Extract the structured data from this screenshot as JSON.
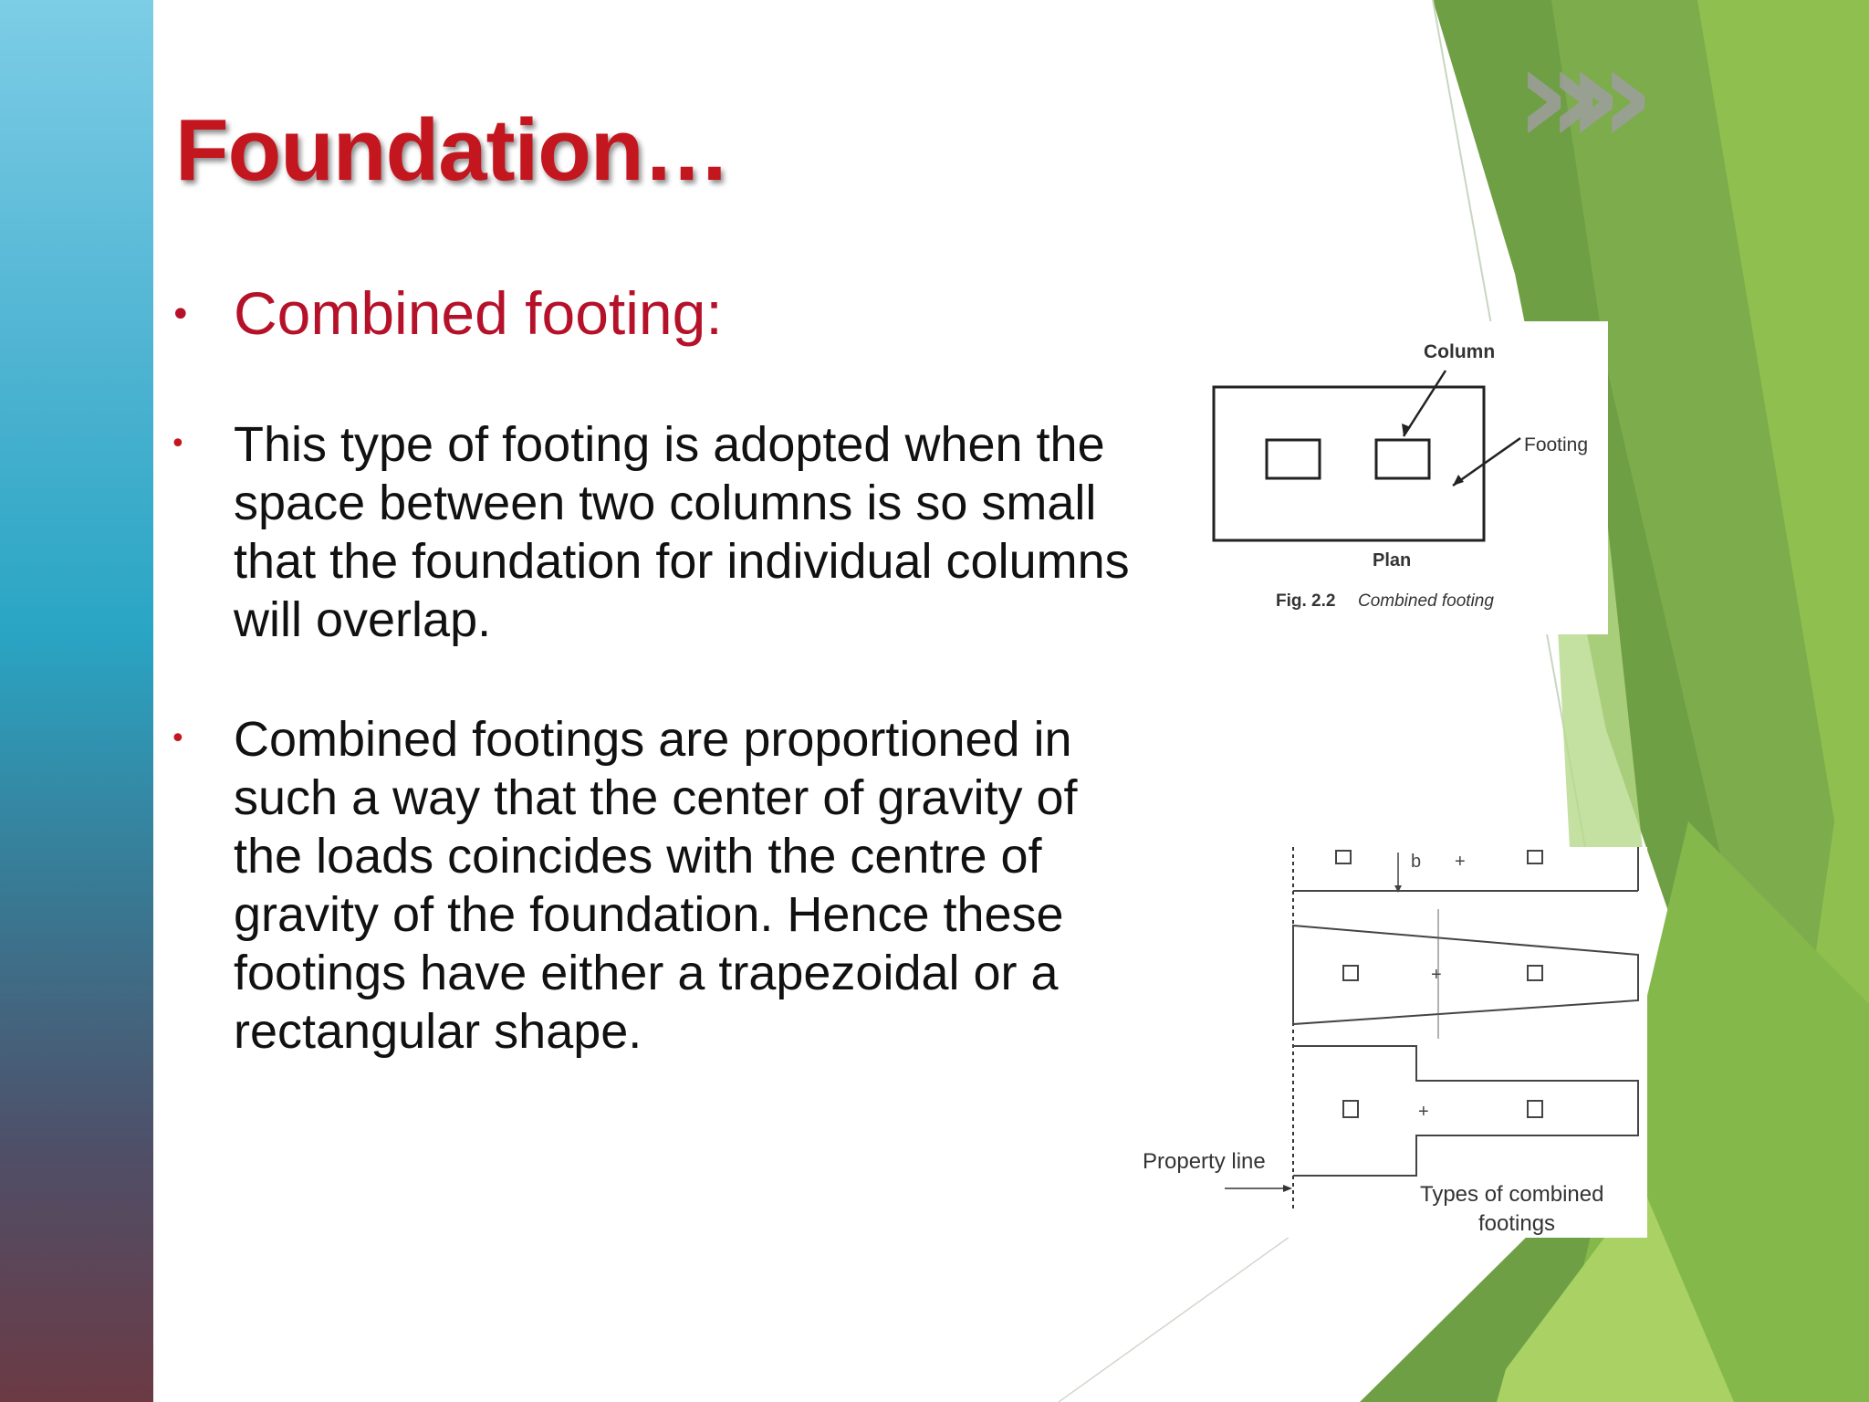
{
  "slide": {
    "title": "Foundation…",
    "heading": "Combined footing:",
    "bullets": [
      "This type of footing is adopted when the space between two columns is so small that the foundation for individual columns will overlap.",
      "Combined footings are proportioned in such a way that the center of gravity of the loads coincides with the centre of gravity of the foundation. Hence these footings have either a trapezoidal or a rectangular shape."
    ]
  },
  "figure1": {
    "column_label": "Column",
    "footing_label": "Footing",
    "plan_label": "Plan",
    "fig_number": "Fig. 2.2",
    "fig_caption": "Combined footing"
  },
  "figure2": {
    "b_label": "b",
    "property_line_label": "Property line",
    "caption_line1": "Types of combined",
    "caption_line2": "footings"
  },
  "theme": {
    "accent_red": "#c3161e",
    "green_dark": "#5f9a3a",
    "green_light": "#9ccc55"
  },
  "icons": {
    "chevrons": "»»"
  }
}
